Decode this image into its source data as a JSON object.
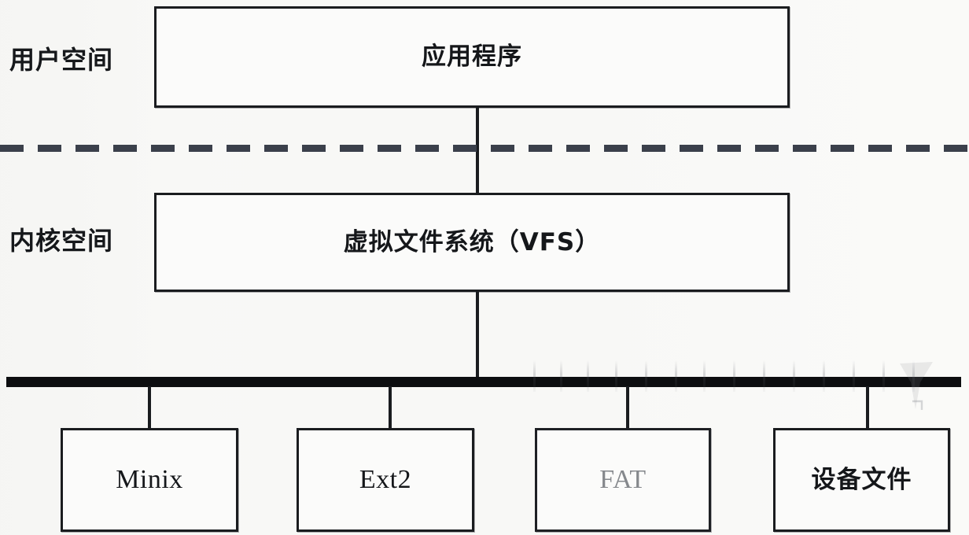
{
  "diagram": {
    "title": "Linux VFS architecture diagram",
    "background_color": "#f7f7f5",
    "line_color": "#1a1c1f",
    "dash_color": "#3b404b"
  },
  "side_labels": {
    "user_space": "用户空间",
    "kernel_space": "内核空间"
  },
  "layers": {
    "application": {
      "label": "应用程序"
    },
    "vfs": {
      "label": "虚拟文件系统（VFS）"
    }
  },
  "filesystems": [
    {
      "label": "Minix",
      "script": "latin"
    },
    {
      "label": "Ext2",
      "script": "latin"
    },
    {
      "label": "FAT",
      "script": "latin"
    },
    {
      "label": "设备文件",
      "script": "cjk"
    }
  ]
}
